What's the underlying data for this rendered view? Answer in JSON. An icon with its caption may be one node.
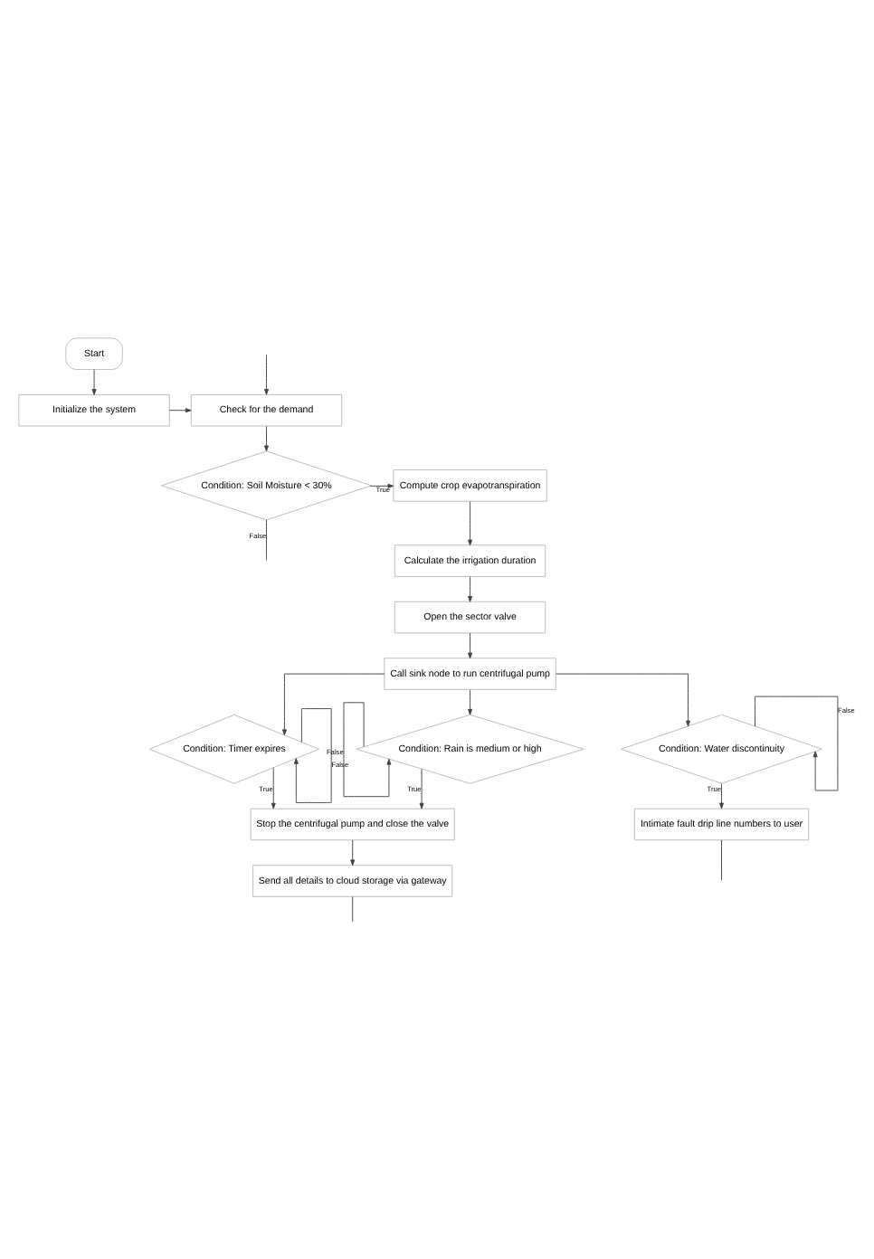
{
  "diagram": {
    "nodes": [
      {
        "text": [
          "Start"
        ]
      },
      {
        "text": [
          "Initialize the system"
        ]
      },
      {
        "text": [
          "Check for the demand"
        ]
      },
      {
        "text": [
          "Condition: Soil Moisture < 30%"
        ]
      },
      {
        "text": [
          "Compute crop evapotranspiration"
        ]
      },
      {
        "text": [
          "Calculate the irrigation duration"
        ]
      },
      {
        "text": [
          "Open the sector valve"
        ]
      },
      {
        "text": [
          "Call sink node to run centrifugal pump"
        ]
      },
      {
        "text": [
          "Condition: Timer expires"
        ]
      },
      {
        "text": [
          "Condition: Rain is medium or high"
        ]
      },
      {
        "text": [
          "Condition: Water discontinuity"
        ]
      },
      {
        "text": [
          "Stop the centrifugal pump and close the valve"
        ]
      },
      {
        "text": [
          "Send all details to cloud storage via gateway"
        ]
      },
      {
        "text": [
          "Intimate fault drip line numbers to user"
        ]
      }
    ],
    "edges": [
      {
        "from": 0,
        "to": 1,
        "arrow": "to"
      },
      {
        "from": 1,
        "to": 2,
        "arrow": "to"
      },
      {
        "from": null,
        "to": 2,
        "arrow": "to"
      },
      {
        "from": 2,
        "to": 3,
        "arrow": "to"
      },
      {
        "from": 3,
        "to": 4,
        "arrow": "to",
        "label": "True"
      },
      {
        "from": 3,
        "to": null,
        "arrow": "none",
        "label": "False"
      },
      {
        "from": 4,
        "to": 5,
        "arrow": "to"
      },
      {
        "from": 5,
        "to": 6,
        "arrow": "to"
      },
      {
        "from": 6,
        "to": 7,
        "arrow": "to"
      },
      {
        "from": 7,
        "to": 8,
        "arrow": "to"
      },
      {
        "from": 7,
        "to": 9,
        "arrow": "to"
      },
      {
        "from": 7,
        "to": 10,
        "arrow": "to"
      },
      {
        "from": 8,
        "to": 8,
        "arrow": "to",
        "label": "False"
      },
      {
        "from": 9,
        "to": 9,
        "arrow": "to",
        "label": "False"
      },
      {
        "from": 10,
        "to": 10,
        "arrow": "to",
        "label": "False"
      },
      {
        "from": 8,
        "to": 11,
        "arrow": "to",
        "label": "True"
      },
      {
        "from": 9,
        "to": 11,
        "arrow": "to",
        "label": "True"
      },
      {
        "from": 10,
        "to": 13,
        "arrow": "to",
        "label": "True"
      },
      {
        "from": 11,
        "to": 12,
        "arrow": "to"
      },
      {
        "from": 12,
        "to": null,
        "arrow": "none"
      },
      {
        "from": 13,
        "to": null,
        "arrow": "none"
      }
    ]
  }
}
